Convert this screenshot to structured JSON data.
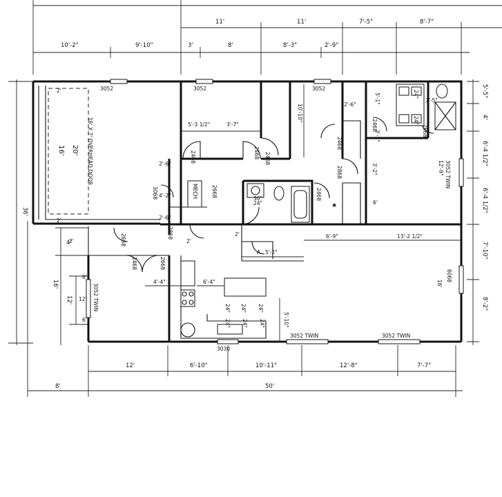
{
  "plan": {
    "top_dimensions": {
      "tier1": [
        "11'",
        "11'",
        "7'-5\"",
        "8'-7\""
      ],
      "tier2": [
        "10'-2\"",
        "9'-10\"",
        "3'",
        "8'",
        "8'-3\"",
        "2'-9\""
      ]
    },
    "bottom_dimensions": {
      "tier1": [
        "12'",
        "6'-10\"",
        "10'-11\"",
        "12'-8\"",
        "7'-7\""
      ],
      "tier2": [
        "8'",
        "50'"
      ]
    },
    "left_dimensions": [
      "36'",
      "4'",
      "16'",
      "12'"
    ],
    "right_dimensions": [
      "5'-5\"",
      "4'",
      "6'-4 1/2\"",
      "6'-4 1/2\"",
      "7'-10\"",
      "8'-2\""
    ],
    "garage": {
      "door_label": "16' X 7' OVERHEAD DOOR",
      "width_label": "20'",
      "depth_label": "16'",
      "notes": [
        "2'",
        "2'"
      ]
    },
    "windows": {
      "garage": "3052",
      "bed2": "3052",
      "bed3": "3052",
      "master": "3052 TWIN",
      "living_left": "3052 TWIN",
      "living_bottom_1": "3052 TWIN",
      "living_bottom_2": "3052 TWIN",
      "kitchen": "3030",
      "door_right": "6068"
    },
    "room_dims": {
      "bed2_a": "5'-3 1/2\"",
      "bed2_b": "3'-7\"",
      "bed3": "10'-10\"",
      "master_a": "12'-9\"",
      "master_b": "6'",
      "living_a": "6'-9\"",
      "living_b": "13'-2 1/2\"",
      "living_c": "16'",
      "living_d": "5'-10\"",
      "hall_a": "5'-2\"",
      "hall_b": "2'",
      "kitchen_a": "4'-4\"",
      "kitchen_b": "6'-4\"",
      "dining_a": "12'",
      "dining_b": "6'",
      "dining_c": "6'",
      "bath_a": "2'-6\"",
      "bath_b": "5'-1\"",
      "bath_c": "7'-5\"",
      "bath_d": "3'-2\"",
      "bath_e": "3'-5\"",
      "laundry_a": "2'-6\"",
      "laundry_b": "4'-2\"",
      "laundry_c": "2'-6\"",
      "laundry_d": "2'",
      "hall_c": "2'"
    },
    "door_sizes": {
      "d1": "2468",
      "d2": "2468",
      "d3": "2468",
      "d4": "2468",
      "d5": "2868",
      "d6": "2468",
      "d7": "2668",
      "d8": "3068",
      "d9": "2668",
      "d10": "2868",
      "d11": "2468",
      "d12": "2668",
      "d13": "2468",
      "d14": "2668"
    },
    "misc": {
      "mech": "MECH",
      "vanity_1": "24\"",
      "vanity_2": "30\"",
      "counter": [
        "24\"",
        "24\"",
        "24\"",
        "24\"",
        "24\"",
        "24\"",
        "24\"",
        "24\""
      ],
      "a_label": "A"
    }
  }
}
